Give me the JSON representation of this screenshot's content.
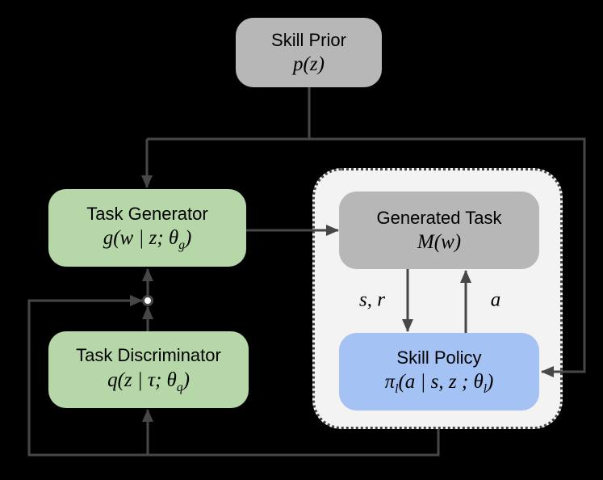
{
  "nodes": {
    "skill_prior": {
      "title": "Skill Prior",
      "formula": [
        {
          "t": "n",
          "v": "p(z)"
        }
      ]
    },
    "task_generator": {
      "title": "Task Generator",
      "formula": [
        {
          "t": "n",
          "v": "g(w | z; θ"
        },
        {
          "t": "s",
          "v": "g"
        },
        {
          "t": "n",
          "v": ")"
        }
      ]
    },
    "task_discriminator": {
      "title": "Task Discriminator",
      "formula": [
        {
          "t": "n",
          "v": "q(z | τ; θ"
        },
        {
          "t": "s",
          "v": "q"
        },
        {
          "t": "n",
          "v": ")"
        }
      ]
    },
    "generated_task": {
      "title": "Generated Task",
      "formula": [
        {
          "t": "n",
          "v": "M(w)"
        }
      ]
    },
    "skill_policy": {
      "title": "Skill Policy",
      "formula": [
        {
          "t": "n",
          "v": "π"
        },
        {
          "t": "s",
          "v": "l"
        },
        {
          "t": "n",
          "v": "(a | s, z ; θ"
        },
        {
          "t": "s",
          "v": "l"
        },
        {
          "t": "n",
          "v": ")"
        }
      ]
    }
  },
  "edge_labels": {
    "state_reward": "s, r",
    "action": "a"
  },
  "colors": {
    "background": "#000000",
    "gray_node": "#b7b7b7",
    "green_node": "#b6d7a8",
    "blue_node": "#a4c2f4",
    "container_fill": "#f3f3f3",
    "container_border": "#434343",
    "connector": "#474747",
    "text": "#000000"
  }
}
